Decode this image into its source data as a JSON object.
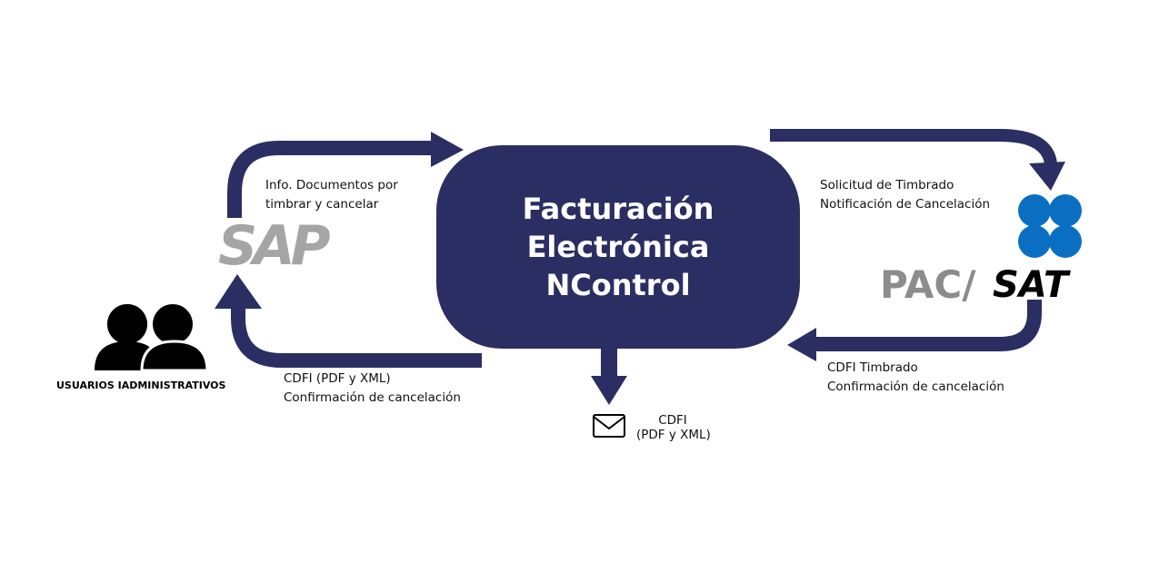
{
  "center": {
    "lines": [
      "Facturación",
      "Electrónica",
      "NControl"
    ]
  },
  "sap": {
    "logo_text": "SAP",
    "label_lines": [
      "Info. Documentos por",
      "timbrar y cancelar"
    ]
  },
  "users": {
    "label": "USUARIOS IADMINISTRATIVOS"
  },
  "return_left": {
    "label_lines": [
      "CDFI (PDF y XML)",
      "Confirmación de cancelación"
    ]
  },
  "pac_request": {
    "label_lines": [
      "Solicitud de Timbrado",
      "Notificación de Cancelación"
    ]
  },
  "pac_sat": {
    "pac_text": "PAC/",
    "sat_text": "SAT"
  },
  "pac_response": {
    "label_lines": [
      "CDFI  Timbrado",
      "Confirmación de cancelación"
    ]
  },
  "email": {
    "label_lines": [
      "CDFI",
      "(PDF y XML)"
    ]
  },
  "colors": {
    "navy": "#2a2e63",
    "sat_blue": "#0a6fc2",
    "sap_gray": "#a5a5a5",
    "pac_gray": "#8c8c8c"
  },
  "icons": [
    "users-icon",
    "mail-icon",
    "sat-logo-icon",
    "sap-logo"
  ]
}
